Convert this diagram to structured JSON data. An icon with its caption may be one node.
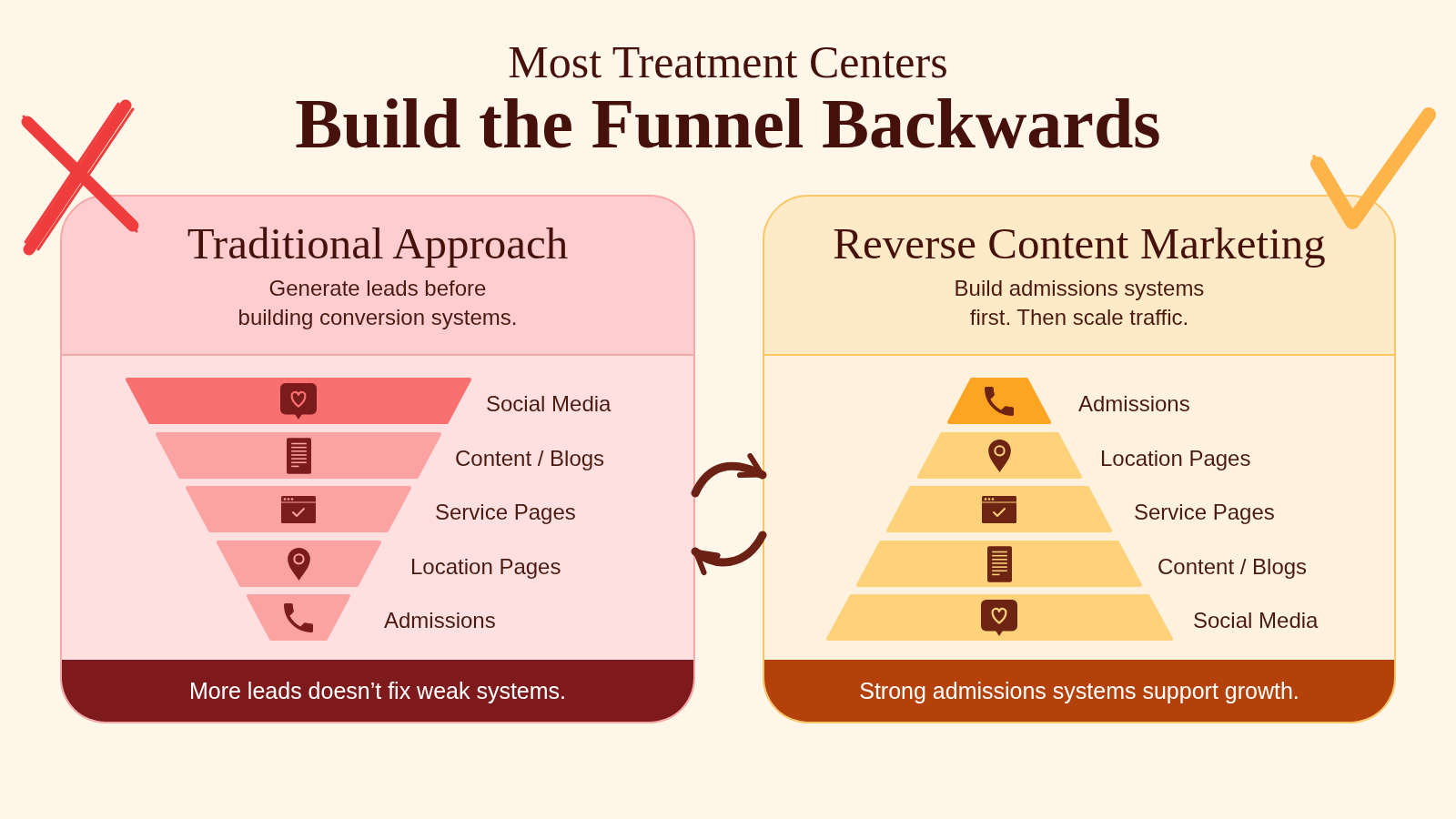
{
  "diagram": {
    "title": "Most Treatment Centers **Build the Funnel Backwards**",
    "nodes": [
      {
        "text": [
          "Traditional Approach",
          "Generate leads before building conversion systems."
        ]
      },
      {
        "text": [],
        "shape": "trapezoid",
        "beside": [
          "Social Media"
        ],
        "in": 0
      },
      {
        "text": [],
        "shape": "trapezoid",
        "beside": [
          "Content / Blogs"
        ],
        "in": 0
      },
      {
        "text": [],
        "shape": "trapezoid",
        "beside": [
          "Service Pages"
        ],
        "in": 0
      },
      {
        "text": [],
        "shape": "trapezoid",
        "beside": [
          "Location Pages"
        ],
        "in": 0
      },
      {
        "text": [],
        "shape": "trapezoid",
        "beside": [
          "Admissions"
        ],
        "in": 0
      },
      {
        "text": [
          "More leads doesn’t fix weak systems."
        ],
        "in": 0
      },
      {
        "text": [
          "Reverse Content Marketing",
          "Build admissions systems first. Then scale traffic."
        ]
      },
      {
        "text": [],
        "shape": "trapezoid",
        "beside": [
          "Admissions"
        ],
        "in": 7
      },
      {
        "text": [],
        "shape": "trapezoid",
        "beside": [
          "Location Pages"
        ],
        "in": 7
      },
      {
        "text": [],
        "shape": "trapezoid",
        "beside": [
          "Service Pages"
        ],
        "in": 7
      },
      {
        "text": [],
        "shape": "trapezoid",
        "beside": [
          "Content / Blogs"
        ],
        "in": 7
      },
      {
        "text": [],
        "shape": "trapezoid",
        "beside": [
          "Social Media"
        ],
        "in": 7
      },
      {
        "text": [
          "Strong admissions systems support growth."
        ],
        "in": 7
      }
    ],
    "edges": [
      {
        "from": 0,
        "to": 7,
        "arrow": "to"
      },
      {
        "from": 7,
        "to": 0,
        "arrow": "to"
      }
    ]
  }
}
